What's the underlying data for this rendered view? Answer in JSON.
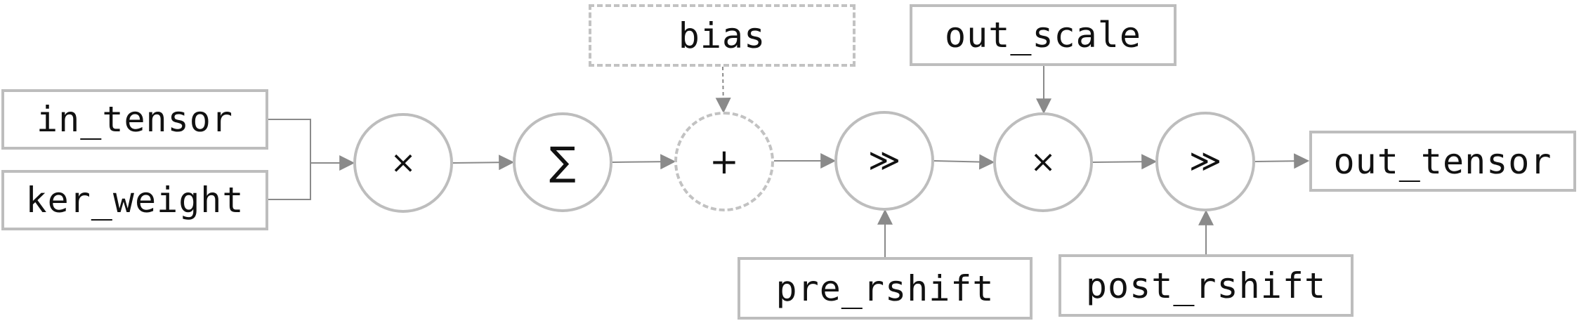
{
  "inputs": {
    "in_tensor": "in_tensor",
    "ker_weight": "ker_weight",
    "bias": "bias",
    "out_scale": "out_scale",
    "pre_rshift": "pre_rshift",
    "post_rshift": "post_rshift"
  },
  "output": {
    "out_tensor": "out_tensor"
  },
  "ops": {
    "multiply": "×",
    "sum": "∑",
    "add": "+",
    "right_shift": "≫",
    "scale_multiply": "×",
    "post_right_shift": "≫"
  },
  "colors": {
    "border": "#bdbdbd",
    "arrow": "#8a8a8a",
    "text": "#111111"
  }
}
